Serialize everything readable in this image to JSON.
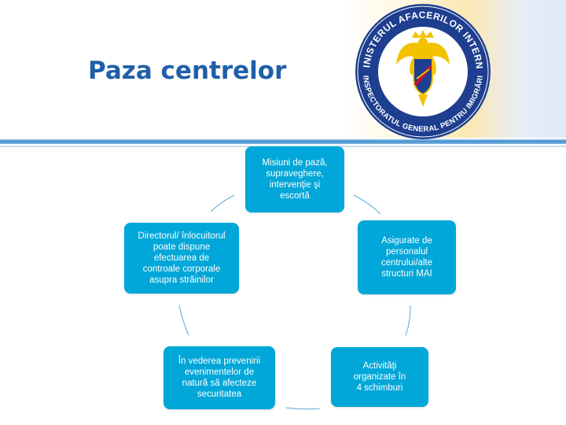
{
  "header": {
    "title": "Paza centrelor",
    "logo": {
      "ring_text_top": "MINISTERUL AFACERILOR INTERNE",
      "ring_text_bottom": "INSPECTORATUL GENERAL PENTRU IMIGRĂRI",
      "colors": {
        "ring": "#1e3f8f",
        "shield": "#1e3f8f",
        "eagle": "#f2c200",
        "accent": "#c8102e"
      }
    }
  },
  "diagram": {
    "box_color": "#00a7d8",
    "connector_color": "#5aa9d6",
    "nodes": [
      {
        "lines": [
          "Misiuni de pază,",
          "supraveghere,",
          "intervenţie şi",
          "escortă"
        ]
      },
      {
        "lines": [
          "Asigurate de",
          "personalul",
          "centrului/alte",
          "structuri MAI"
        ]
      },
      {
        "lines": [
          "Activităţi",
          "organizate în",
          "4 schimburi"
        ]
      },
      {
        "lines": [
          "În vederea prevenirii",
          "evenimentelor de",
          "natură să afecteze",
          "securitatea"
        ]
      },
      {
        "lines": [
          "Directorul/ înlocuitorul",
          "poate dispune",
          "efectuarea de",
          "controale corporale",
          "asupra străinilor"
        ]
      }
    ]
  }
}
